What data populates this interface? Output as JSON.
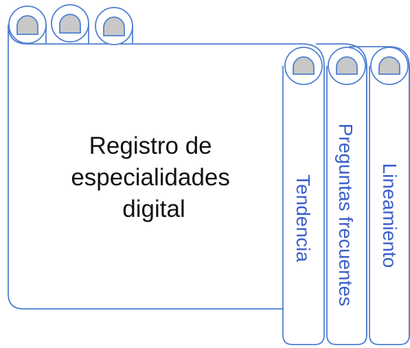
{
  "main_scroll": {
    "title_lines": [
      "Registro de",
      "especialidades",
      "digital"
    ]
  },
  "tabs": [
    {
      "label": "Tendencia"
    },
    {
      "label": "Preguntas frecuentes"
    },
    {
      "label": "Lineamiento"
    }
  ],
  "colors": {
    "outline": "#4f7fd1",
    "curl_fill": "#c8c8c8",
    "main_text": "#111111",
    "tab_text": "#3b5fc9",
    "background": "#ffffff"
  }
}
